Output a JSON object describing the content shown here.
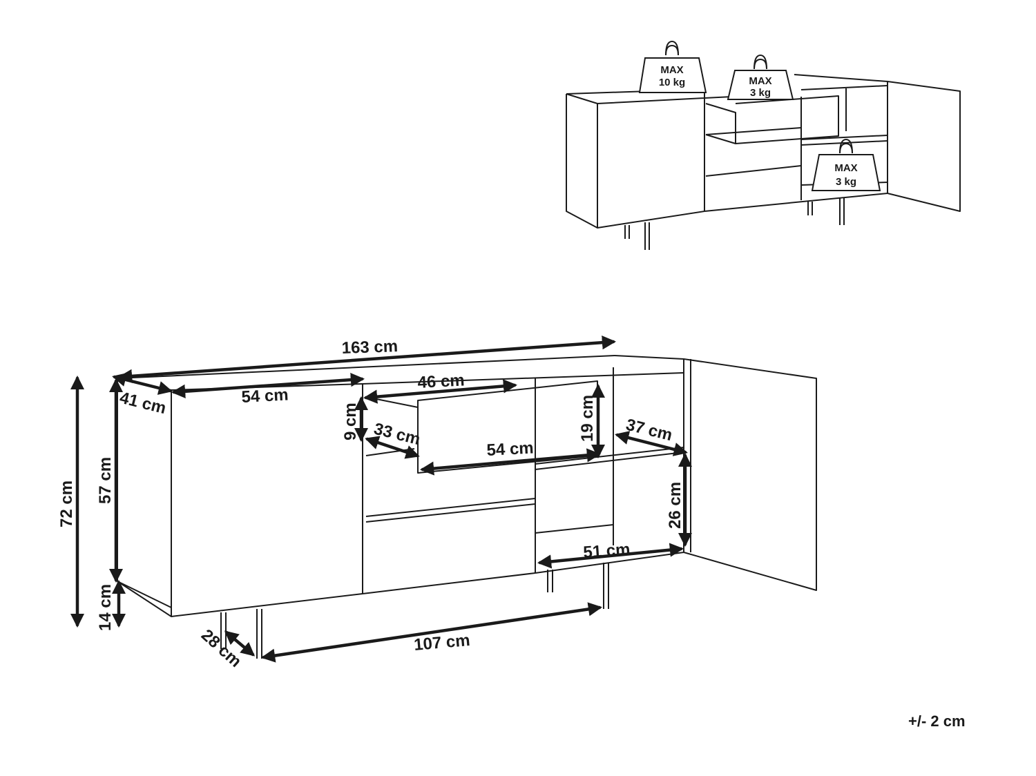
{
  "weights": {
    "top": {
      "line1": "MAX",
      "line2": "10 kg"
    },
    "drawer": {
      "line1": "MAX",
      "line2": "3 kg"
    },
    "shelf": {
      "line1": "MAX",
      "line2": "3 kg"
    }
  },
  "dimensions": {
    "total_width": "163 cm",
    "depth": "41 cm",
    "door_width": "54 cm",
    "drawer_width": "46 cm",
    "drawer_height": "9 cm",
    "drawer_depth": "33 cm",
    "compartment_height": "19 cm",
    "drawer_front_width": "54 cm",
    "shelf_depth": "37 cm",
    "shelf_height": "26 cm",
    "shelf_width": "51 cm",
    "total_height": "72 cm",
    "body_height": "57 cm",
    "leg_height": "14 cm",
    "leg_depth": "28 cm",
    "leg_span": "107 cm"
  },
  "tolerance": "+/- 2 cm"
}
